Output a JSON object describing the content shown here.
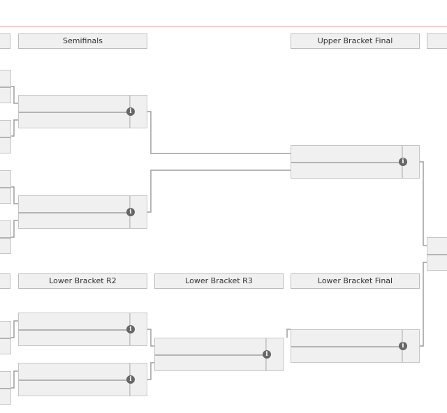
{
  "bracket": {
    "headers": {
      "semifinals": "Semifinals",
      "upper_final": "Upper Bracket Final",
      "lower_r2": "Lower Bracket R2",
      "lower_r3": "Lower Bracket R3",
      "lower_final": "Lower Bracket Final"
    },
    "info_glyph": "i",
    "colors": {
      "header_bg": "#f0f0f0",
      "border": "#c6c6c6",
      "connector": "#9e9e9e",
      "info_icon": "#666666",
      "top_rule": "#e0a29a"
    }
  }
}
